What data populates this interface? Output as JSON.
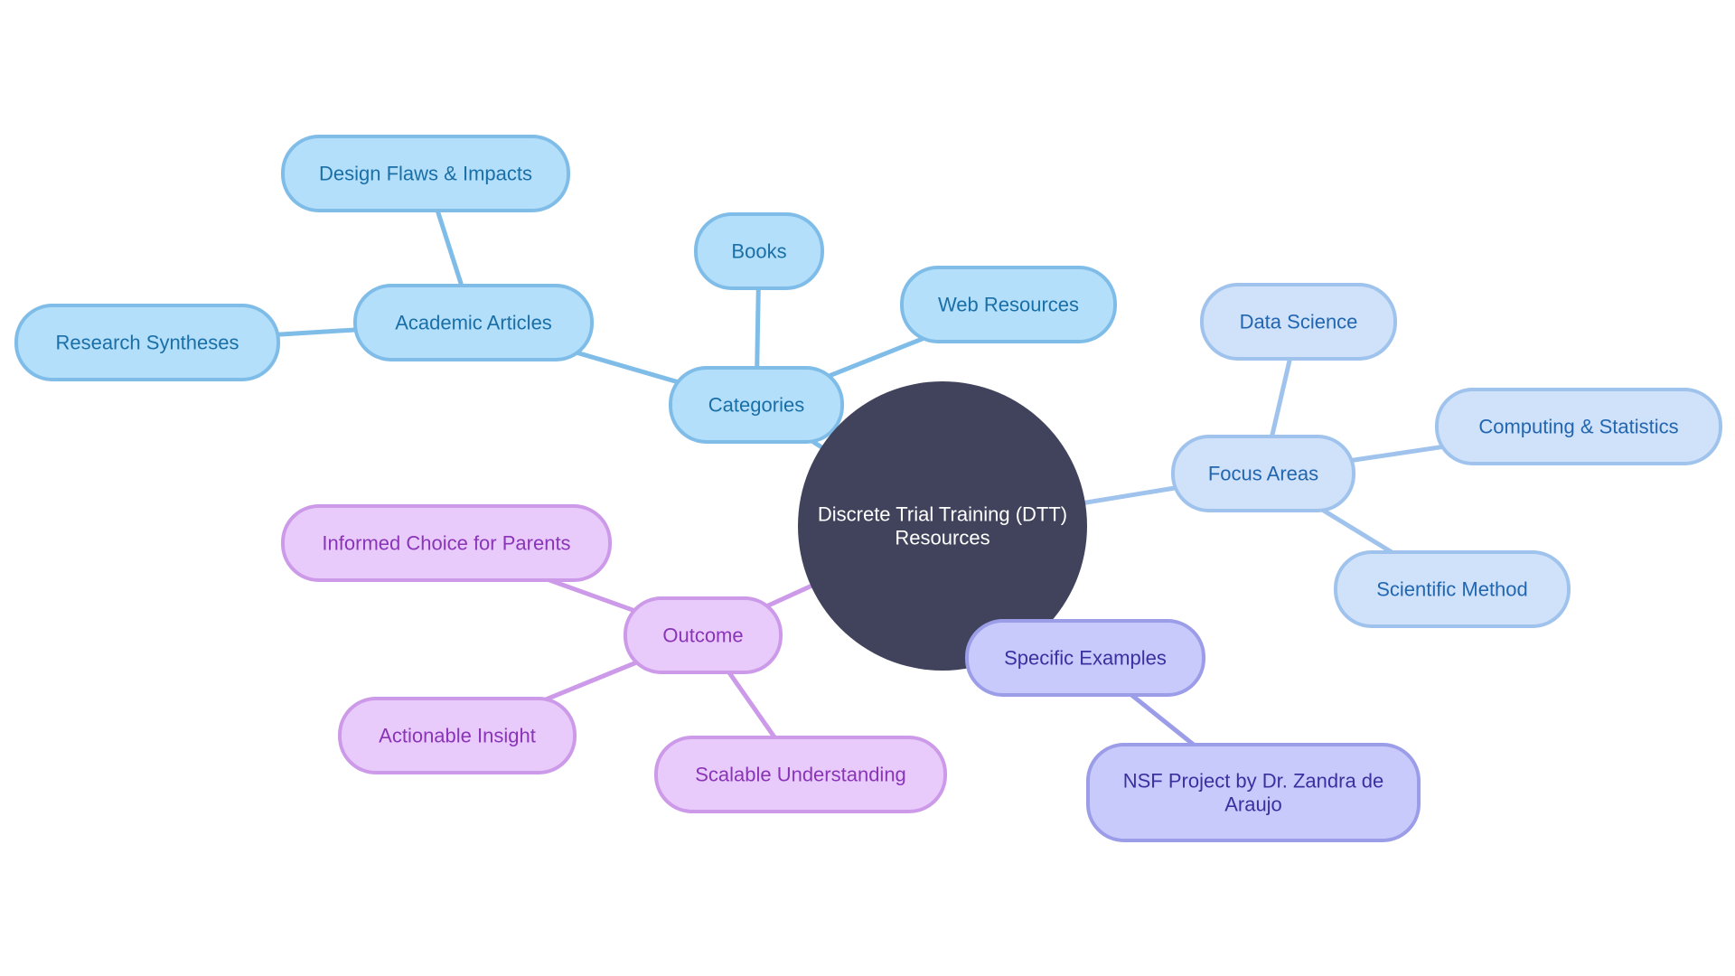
{
  "colors": {
    "background": "#ffffff",
    "root_fill": "#40435b",
    "root_text": "#ffffff",
    "blue_fill": "#b3dffb",
    "blue_stroke": "#7fbde8",
    "blue_text": "#1a6fa6",
    "lightblue_fill": "#cfe2fa",
    "lightblue_stroke": "#9fc3ec",
    "lightblue_text": "#2266b0",
    "purple_fill": "#e8cbfb",
    "purple_stroke": "#cc9ae8",
    "purple_text": "#8a34b8",
    "indigo_fill": "#c9cafc",
    "indigo_stroke": "#9c9de8",
    "indigo_text": "#3a30a0"
  },
  "root": {
    "lines": [
      "Discrete Trial Training (DTT)",
      "Resources"
    ]
  },
  "branches": [
    {
      "id": "categories",
      "label": "Categories",
      "theme": "blue",
      "children": [
        {
          "id": "academic-articles",
          "label": "Academic Articles",
          "children": [
            {
              "id": "design-flaws",
              "label": "Design Flaws & Impacts"
            },
            {
              "id": "research-syntheses",
              "label": "Research Syntheses"
            }
          ]
        },
        {
          "id": "books",
          "label": "Books"
        },
        {
          "id": "web-resources",
          "label": "Web Resources"
        }
      ]
    },
    {
      "id": "focus-areas",
      "label": "Focus Areas",
      "theme": "lightblue",
      "children": [
        {
          "id": "data-science",
          "label": "Data Science"
        },
        {
          "id": "computing-statistics",
          "label": "Computing & Statistics"
        },
        {
          "id": "scientific-method",
          "label": "Scientific Method"
        }
      ]
    },
    {
      "id": "outcome",
      "label": "Outcome",
      "theme": "purple",
      "children": [
        {
          "id": "informed-choice",
          "label": "Informed Choice for Parents"
        },
        {
          "id": "actionable-insight",
          "label": "Actionable Insight"
        },
        {
          "id": "scalable-understanding",
          "label": "Scalable Understanding"
        }
      ]
    },
    {
      "id": "specific-examples",
      "label": "Specific Examples",
      "theme": "indigo",
      "children": [
        {
          "id": "nsf-project",
          "lines": [
            "NSF Project by Dr. Zandra de",
            "Araujo"
          ]
        }
      ]
    }
  ]
}
